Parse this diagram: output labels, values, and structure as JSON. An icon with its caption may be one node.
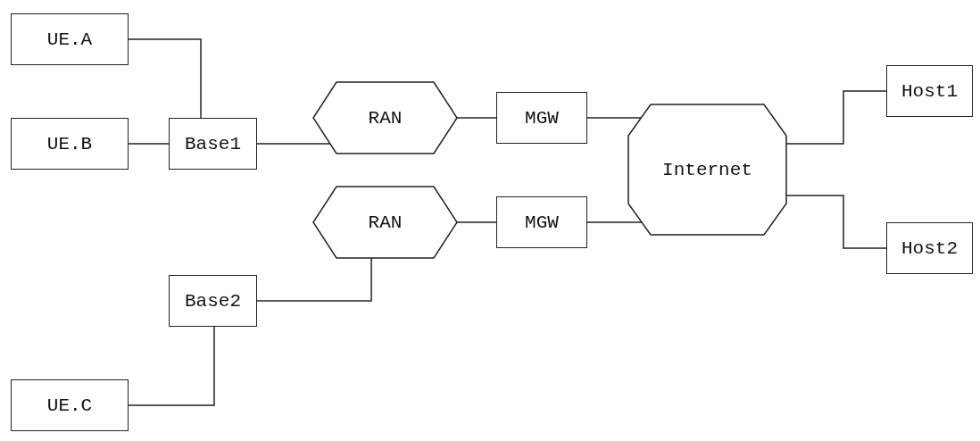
{
  "diagram": {
    "nodes": [
      {
        "text": [
          "UE.A"
        ]
      },
      {
        "text": [
          "UE.B"
        ]
      },
      {
        "text": [
          "Base1"
        ]
      },
      {
        "text": [
          "RAN"
        ]
      },
      {
        "text": [
          "MGW"
        ]
      },
      {
        "text": [
          "Internet"
        ]
      },
      {
        "text": [
          "Host1"
        ]
      },
      {
        "text": [
          "RAN"
        ]
      },
      {
        "text": [
          "MGW"
        ]
      },
      {
        "text": [
          "Host2"
        ]
      },
      {
        "text": [
          "Base2"
        ]
      },
      {
        "text": [
          "UE.C"
        ]
      }
    ],
    "edges": [
      {
        "from": 0,
        "to": 2,
        "arrow": "none"
      },
      {
        "from": 1,
        "to": 2,
        "arrow": "none"
      },
      {
        "from": 2,
        "to": 3,
        "arrow": "none"
      },
      {
        "from": 3,
        "to": 4,
        "arrow": "none"
      },
      {
        "from": 4,
        "to": 5,
        "arrow": "none"
      },
      {
        "from": 5,
        "to": 6,
        "arrow": "none"
      },
      {
        "from": 7,
        "to": 8,
        "arrow": "none"
      },
      {
        "from": 8,
        "to": 5,
        "arrow": "none"
      },
      {
        "from": 5,
        "to": 9,
        "arrow": "none"
      },
      {
        "from": 10,
        "to": 7,
        "arrow": "none"
      },
      {
        "from": 11,
        "to": 10,
        "arrow": "none"
      }
    ]
  }
}
